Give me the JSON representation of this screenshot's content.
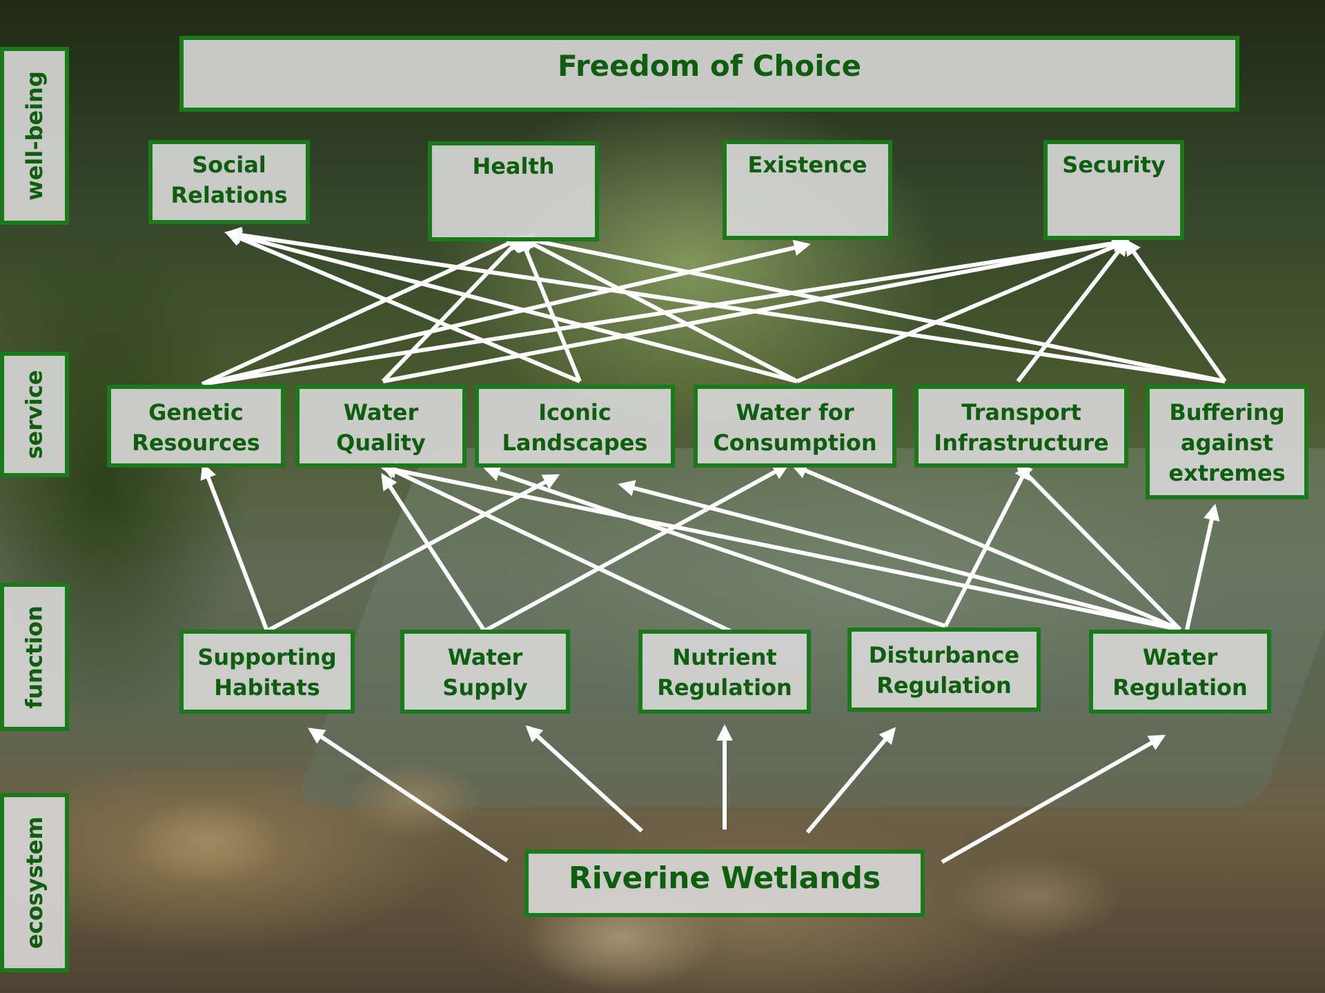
{
  "layers": {
    "wellbeing": "well-being",
    "service": "service",
    "function": "function",
    "ecosystem": "ecosystem"
  },
  "wellbeing": {
    "freedom": "Freedom of Choice",
    "social": "Social\nRelations",
    "health": "Health",
    "existence": "Existence",
    "security": "Security"
  },
  "services": {
    "genetic": "Genetic\nResources",
    "water_quality": "Water\nQuality",
    "iconic": "Iconic\nLandscapes",
    "water_consumption": "Water for\nConsumption",
    "transport": "Transport\nInfrastructure",
    "buffering": "Buffering\nagainst\nextremes"
  },
  "functions": {
    "supporting": "Supporting\nHabitats",
    "water_supply": "Water\nSupply",
    "nutrient": "Nutrient\nRegulation",
    "disturbance": "Disturbance\nRegulation",
    "water_regulation": "Water\nRegulation"
  },
  "ecosystem": {
    "wetlands": "Riverine Wetlands"
  },
  "colors": {
    "border": "#187a18",
    "text": "#0d5e0d",
    "box_fill": "#d6d6d6",
    "arrow": "#ffffff"
  }
}
